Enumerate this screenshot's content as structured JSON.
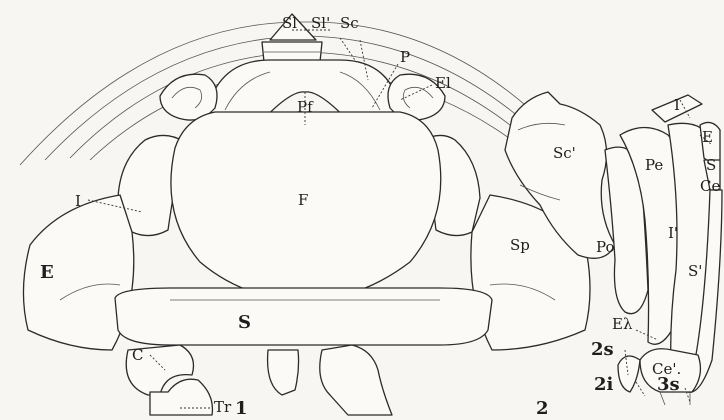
{
  "figure1": {
    "number": "1",
    "labels": {
      "Sl": "Sl",
      "Sl_prime": "Sl'",
      "Sc": "Sc",
      "P": "P",
      "El": "El",
      "Pf": "Pf",
      "I": "I",
      "F": "F",
      "E": "E",
      "S": "S",
      "C": "C",
      "Tr": "Tr"
    }
  },
  "figure2": {
    "number": "2",
    "labels": {
      "I": "I",
      "E": "E",
      "Sc_prime": "Sc'",
      "S": "S",
      "Ce": "Ce",
      "Pe": "Pe",
      "Sp": "Sp",
      "Po": "Po",
      "I_prime": "I'",
      "S_prime": "S'",
      "E_lambda": "Eλ",
      "Ce_prime": "Ce'.",
      "two_s": "2s",
      "two_i": "2i",
      "three_s": "3s"
    }
  },
  "colors": {
    "ink": "#2b2b2b",
    "paper": "#f7f6f2"
  }
}
